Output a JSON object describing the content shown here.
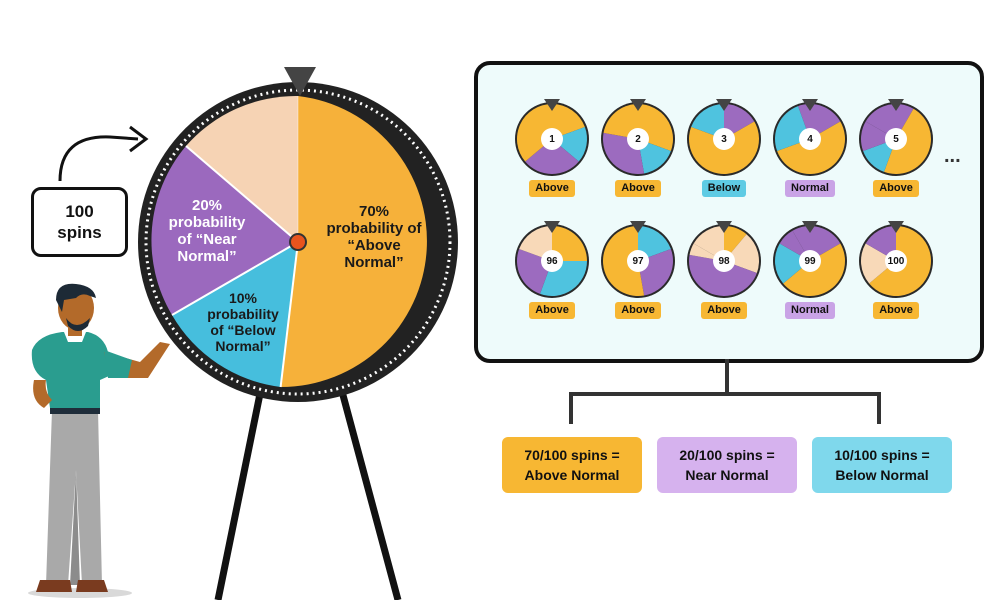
{
  "callout": {
    "line1": "100",
    "line2": "spins"
  },
  "wheel": {
    "above_label": [
      "70%",
      "probability of",
      "“Above",
      "Normal”"
    ],
    "near_label": [
      "20%",
      "probability",
      "of “Near",
      "Normal”"
    ],
    "below_label": [
      "10%",
      "probability",
      "of “Below",
      "Normal”"
    ]
  },
  "spins_top": [
    {
      "number": "1",
      "result": "Above"
    },
    {
      "number": "2",
      "result": "Above"
    },
    {
      "number": "3",
      "result": "Below"
    },
    {
      "number": "4",
      "result": "Normal"
    },
    {
      "number": "5",
      "result": "Above"
    }
  ],
  "spins_bottom": [
    {
      "number": "96",
      "result": "Above"
    },
    {
      "number": "97",
      "result": "Above"
    },
    {
      "number": "98",
      "result": "Above"
    },
    {
      "number": "99",
      "result": "Normal"
    },
    {
      "number": "100",
      "result": "Above"
    }
  ],
  "ellipsis": "...",
  "results": {
    "above": [
      "70/100 spins =",
      "Above Normal"
    ],
    "near": [
      "20/100 spins =",
      "Near Normal"
    ],
    "below": [
      "10/100 spins =",
      "Below Normal"
    ]
  },
  "colors": {
    "above": "#f7b733",
    "near": "#9c6bbf",
    "below": "#4fc3df",
    "pale": "#f8d9b8",
    "badge_above": "#f7b733",
    "badge_below": "#5ecbe4",
    "badge_normal": "#c9a3e6"
  }
}
